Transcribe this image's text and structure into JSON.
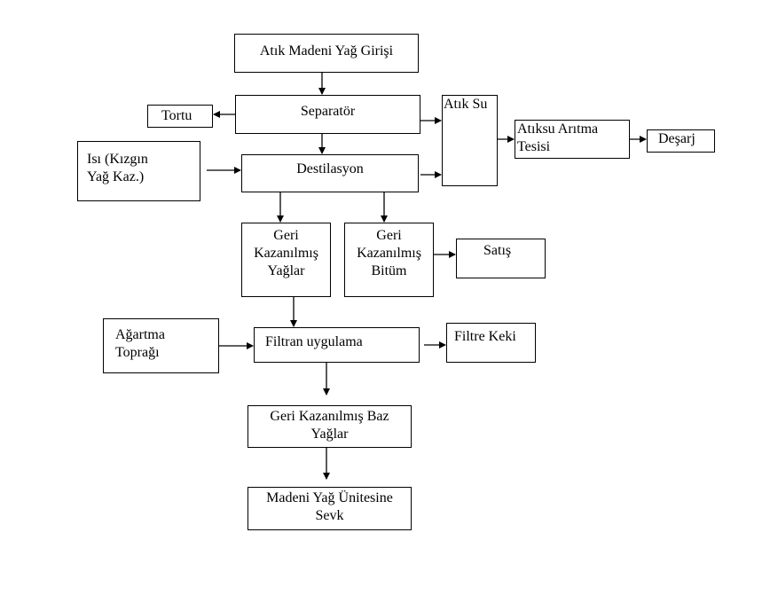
{
  "nodes": {
    "input": {
      "lines": [
        "Atık Madeni Yağ Girişi"
      ]
    },
    "separator": {
      "lines": [
        "Separatör"
      ]
    },
    "tortu": {
      "lines": [
        "Tortu"
      ]
    },
    "waste_water": {
      "lines": [
        "Atık Su"
      ]
    },
    "treatment": {
      "lines": [
        "Atıksu Arıtma",
        "Tesisi"
      ]
    },
    "discharge": {
      "lines": [
        "Deşarj"
      ]
    },
    "heat": {
      "lines": [
        "Isı (Kızgın",
        "Yağ Kaz.)"
      ]
    },
    "distillation": {
      "lines": [
        "Destilasyon"
      ]
    },
    "recovered_oils": {
      "lines": [
        "Geri",
        "Kazanılmış",
        "Yağlar"
      ]
    },
    "recovered_bitumen": {
      "lines": [
        "Geri",
        "Kazanılmış",
        "Bitüm"
      ]
    },
    "sale": {
      "lines": [
        "Satış"
      ]
    },
    "bleaching_earth": {
      "lines": [
        "Ağartma",
        "Toprağı"
      ]
    },
    "filtration": {
      "lines": [
        "Filtran uygulama"
      ]
    },
    "filter_cake": {
      "lines": [
        "Filtre Keki"
      ]
    },
    "base_oils": {
      "lines": [
        "Geri Kazanılmış Baz",
        "Yağlar"
      ]
    },
    "shipment": {
      "lines": [
        "Madeni Yağ Ünitesine",
        "Sevk"
      ]
    }
  },
  "edges": [
    {
      "from": "input",
      "to": "separator"
    },
    {
      "from": "separator",
      "to": "tortu"
    },
    {
      "from": "separator",
      "to": "waste_water"
    },
    {
      "from": "separator",
      "to": "distillation"
    },
    {
      "from": "heat",
      "to": "distillation"
    },
    {
      "from": "distillation",
      "to": "waste_water"
    },
    {
      "from": "waste_water",
      "to": "treatment"
    },
    {
      "from": "treatment",
      "to": "discharge"
    },
    {
      "from": "distillation",
      "to": "recovered_oils"
    },
    {
      "from": "distillation",
      "to": "recovered_bitumen"
    },
    {
      "from": "recovered_bitumen",
      "to": "sale"
    },
    {
      "from": "recovered_oils",
      "to": "filtration"
    },
    {
      "from": "bleaching_earth",
      "to": "filtration"
    },
    {
      "from": "filtration",
      "to": "filter_cake"
    },
    {
      "from": "filtration",
      "to": "base_oils"
    },
    {
      "from": "base_oils",
      "to": "shipment"
    }
  ]
}
